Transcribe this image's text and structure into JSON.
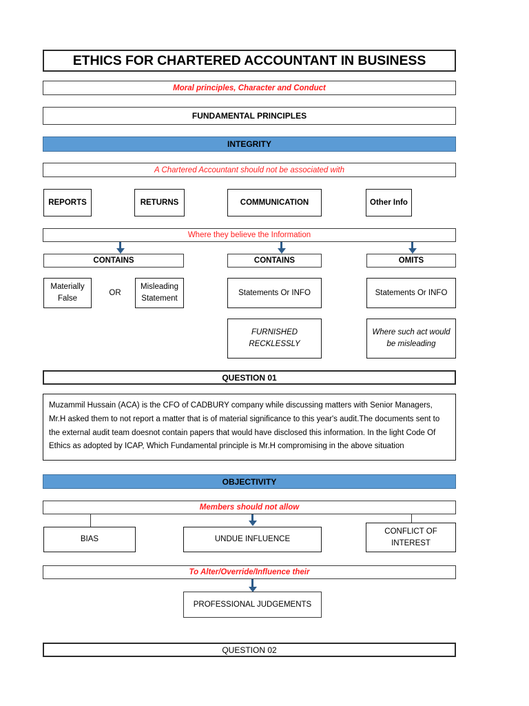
{
  "document": {
    "title": "ETHICS FOR CHARTERED ACCOUNTANT IN BUSINESS",
    "subtitle": "Moral principles, Character and Conduct",
    "section_header": "FUNDAMENTAL PRINCIPLES"
  },
  "colors": {
    "banner_blue": "#5B9BD5",
    "banner_blue_border": "#41719C",
    "red_text": "#FF2020",
    "arrow_blue": "#2E5C8A",
    "box_border": "#1A1A1A"
  },
  "integrity": {
    "banner": "INTEGRITY",
    "caption": "A Chartered Accountant should not be associated with",
    "sources": [
      {
        "label": "REPORTS"
      },
      {
        "label": "RETURNS"
      },
      {
        "label": "COMMUNICATION"
      },
      {
        "label": "Other Info"
      }
    ],
    "belief_caption": "Where they believe the Information",
    "conditions": [
      {
        "label": "CONTAINS"
      },
      {
        "label": "CONTAINS"
      },
      {
        "label": "OMITS"
      }
    ],
    "column1": {
      "left_box": "Materially False",
      "connector": "OR",
      "right_box": "Misleading Statement"
    },
    "column2": {
      "box1": "Statements Or INFO",
      "box2": "FURNISHED RECKLESSLY"
    },
    "column3": {
      "box1": "Statements Or INFO",
      "box2": "Where such act would be misleading"
    }
  },
  "question_01": {
    "header": "QUESTION 01",
    "body": "Muzammil Hussain (ACA) is the CFO of CADBURY company while discussing matters with Senior Managers, Mr.H asked them to not report a matter that is of material significance to this year's audit.The documents sent to the external audit team doesnot contain papers that would have disclosed this information. In the light Code Of Ethics as adopted by ICAP, Which Fundamental principle is Mr.H compromising in the above situation"
  },
  "objectivity": {
    "banner": "OBJECTIVITY",
    "caption": "Members should not allow",
    "threats": [
      {
        "label": "BIAS"
      },
      {
        "label": "UNDUE INFLUENCE"
      },
      {
        "label": "CONFLICT OF INTEREST"
      }
    ],
    "alter_caption": "To Alter/Override/Influence their",
    "outcome": "PROFESSIONAL JUDGEMENTS"
  },
  "question_02": {
    "header": "QUESTION 02"
  }
}
